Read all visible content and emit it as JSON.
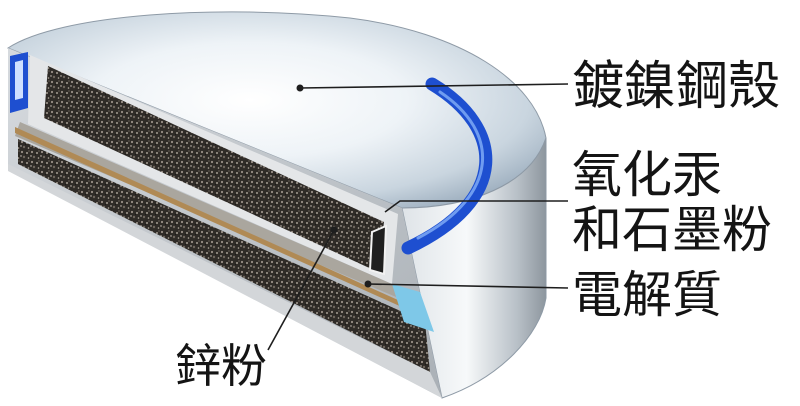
{
  "labels": {
    "shell": "鍍鎳鋼殼",
    "cathode_line1": "氧化汞",
    "cathode_line2": "和石墨粉",
    "electrolyte": "電解質",
    "anode": "鋅粉"
  },
  "colors": {
    "gasket_blue": "#1e4fd0",
    "electrolyte_blue": "#7ec8e8",
    "separator_tan": "#b08a55",
    "shell_metal": "#c3c8cd",
    "powder_dark": "#2f2b27"
  }
}
